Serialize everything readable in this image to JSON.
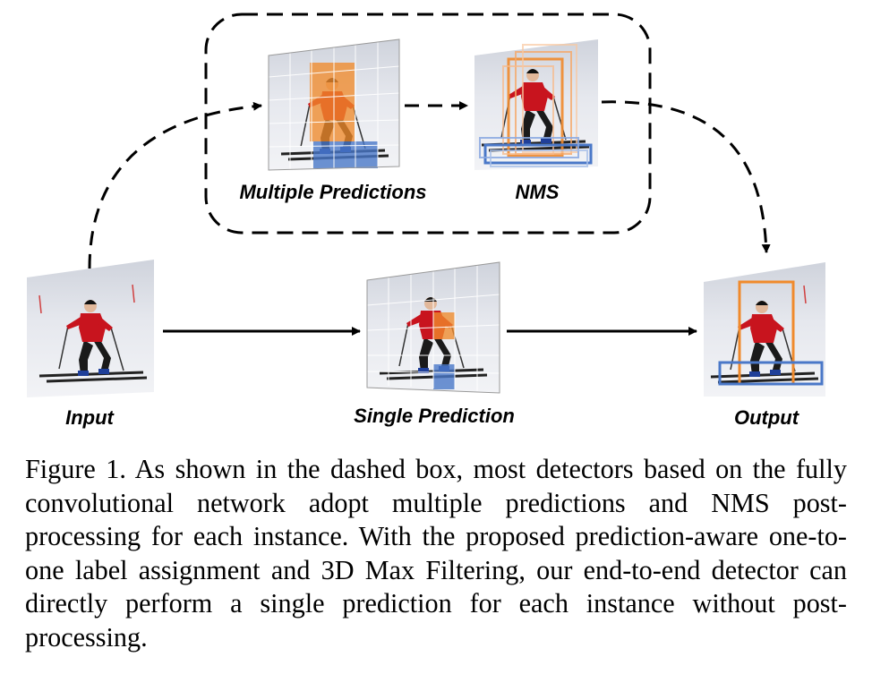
{
  "labels": {
    "multiple_predictions": "Multiple Predictions",
    "nms": "NMS",
    "input": "Input",
    "single_prediction": "Single Prediction",
    "output": "Output"
  },
  "caption": {
    "text": "Figure 1. As shown in the dashed box, most detectors based on the fully convolutional network adopt multiple predictions and NMS post-processing for each instance. With the proposed prediction-aware one-to-one label assignment and 3D Max Filtering, our end-to-end detector can directly perform a single prediction for each instance without post-processing."
  },
  "colors": {
    "orange": "#f08a2c",
    "blue": "#4a78c8",
    "jacket": "#c8141e",
    "snow": "#e4e6ec"
  }
}
